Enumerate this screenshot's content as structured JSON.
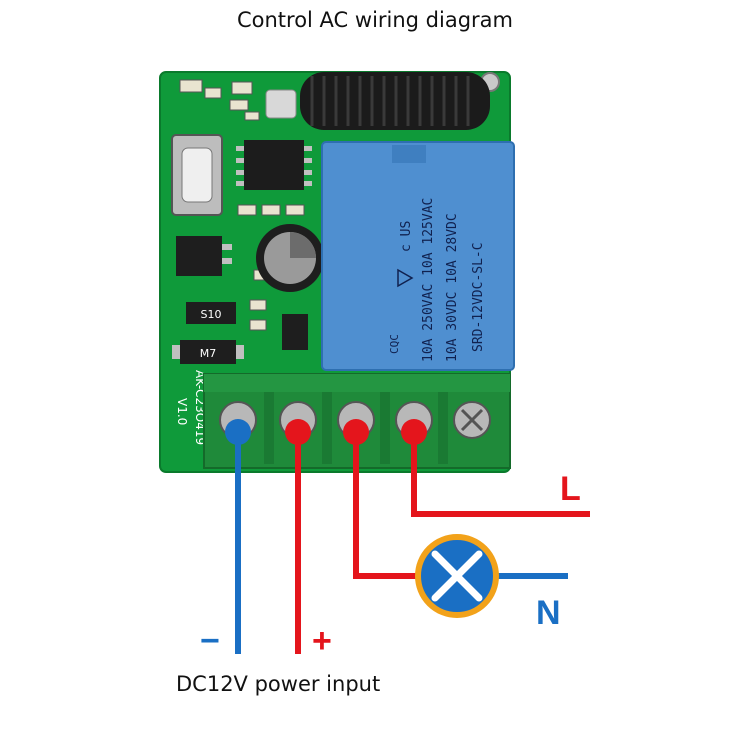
{
  "title": "Control AC wiring diagram",
  "footer": "DC12V power input",
  "terminal_labels": {
    "minus": "−",
    "plus": "+",
    "live": "L",
    "neutral": "N"
  },
  "board": {
    "model": "AK-C23O419",
    "version": "V1.0",
    "components": {
      "s10": "S10",
      "m7": "M7"
    }
  },
  "relay": {
    "part": "SRD-12VDC-SL-C",
    "rating1": "10A 250VAC  10A 125VAC",
    "rating2": "10A 30VDC  10A 28VDC",
    "brand": "CQC",
    "marks": "c  US"
  },
  "colors": {
    "board": "#0f9a3a",
    "relay": "#4f8fd0",
    "terminal": "#1f8a3a",
    "wire_blue": "#1a6fc4",
    "wire_red": "#e4151c",
    "lamp_fill": "#1a6fc4",
    "lamp_ring": "#f2a21a",
    "text_red": "#e4151c",
    "text_blue": "#1a6fc4"
  }
}
